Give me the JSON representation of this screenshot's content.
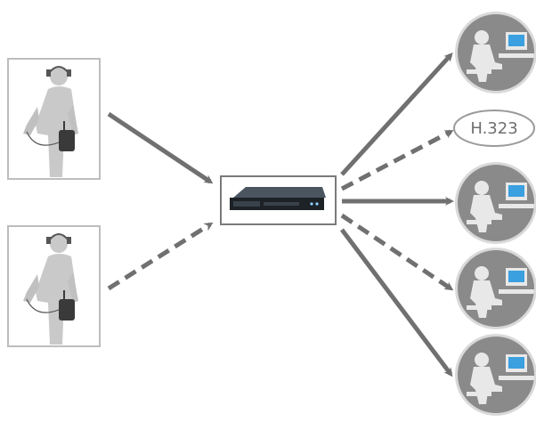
{
  "diagram": {
    "colors": {
      "arrow": "#707070",
      "figure_fill": "#c9c9c9",
      "figure_dark": "#8d8d8d",
      "frame": "#bdbdbd",
      "circle_bg": "#8a8a8a",
      "circle_ring": "#d9d9d9",
      "server_frame": "#7a7a7a",
      "screen_blue": "#3aa0e0"
    },
    "nodes": {
      "sources": [
        {
          "icon": "field-worker-with-radio-icon"
        },
        {
          "icon": "field-worker-with-radio-icon"
        }
      ],
      "hub": {
        "icon": "rack-server-icon"
      },
      "destinations": [
        {
          "icon": "desk-operator-icon"
        },
        {
          "label": "H.323"
        },
        {
          "icon": "desk-operator-icon"
        },
        {
          "icon": "desk-operator-icon"
        },
        {
          "icon": "desk-operator-icon"
        }
      ]
    },
    "links": [
      {
        "from": "source-1",
        "to": "hub",
        "style": "solid"
      },
      {
        "from": "source-2",
        "to": "hub",
        "style": "dashed"
      },
      {
        "from": "hub",
        "to": "destination-1",
        "style": "solid"
      },
      {
        "from": "hub",
        "to": "destination-2",
        "style": "dashed"
      },
      {
        "from": "hub",
        "to": "destination-3",
        "style": "solid"
      },
      {
        "from": "hub",
        "to": "destination-4",
        "style": "dashed"
      },
      {
        "from": "hub",
        "to": "destination-5",
        "style": "solid"
      }
    ]
  }
}
